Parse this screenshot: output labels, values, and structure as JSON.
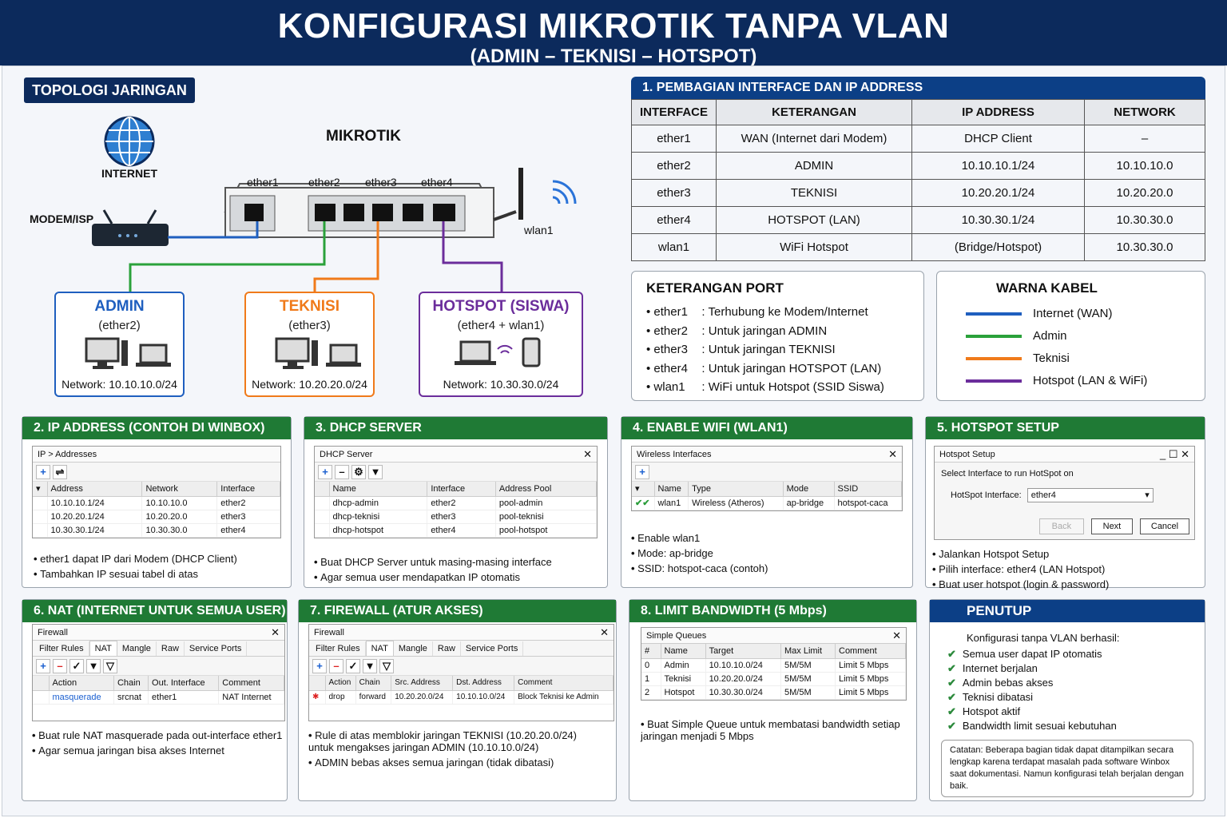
{
  "header": {
    "title": "KONFIGURASI MIKROTIK TANPA VLAN",
    "subtitle": "(ADMIN – TEKNISI – HOTSPOT)"
  },
  "topology": {
    "label": "TOPOLOGI JARINGAN",
    "internet": "INTERNET",
    "modem": "MODEM/ISP",
    "mikrotik": "MIKROTIK",
    "wlan1": "wlan1",
    "ports": [
      "ether1",
      "ether2",
      "ether3",
      "ether4"
    ],
    "admin": {
      "name": "ADMIN",
      "iface": "(ether2)",
      "net": "Network: 10.10.10.0/24"
    },
    "teknisi": {
      "name": "TEKNISI",
      "iface": "(ether3)",
      "net": "Network: 10.20.20.0/24"
    },
    "hotspot": {
      "name": "HOTSPOT (SISWA)",
      "iface": "(ether4 + wlan1)",
      "net": "Network: 10.30.30.0/24"
    }
  },
  "colors": {
    "wan": "#1f5fbf",
    "admin": "#2aa13a",
    "teknisi": "#f07a1a",
    "hotspot": "#6b2d9b"
  },
  "sec1": {
    "title": "1. PEMBAGIAN INTERFACE DAN IP ADDRESS",
    "headers": [
      "INTERFACE",
      "KETERANGAN",
      "IP ADDRESS",
      "NETWORK"
    ],
    "rows": [
      [
        "ether1",
        "WAN (Internet dari Modem)",
        "DHCP Client",
        "–"
      ],
      [
        "ether2",
        "ADMIN",
        "10.10.10.1/24",
        "10.10.10.0"
      ],
      [
        "ether3",
        "TEKNISI",
        "10.20.20.1/24",
        "10.20.20.0"
      ],
      [
        "ether4",
        "HOTSPOT (LAN)",
        "10.30.30.1/24",
        "10.30.30.0"
      ],
      [
        "wlan1",
        "WiFi Hotspot",
        "(Bridge/Hotspot)",
        "10.30.30.0"
      ]
    ]
  },
  "ports": {
    "title": "KETERANGAN PORT",
    "items": [
      [
        "ether1",
        ": Terhubung ke Modem/Internet"
      ],
      [
        "ether2",
        ": Untuk jaringan ADMIN"
      ],
      [
        "ether3",
        ": Untuk jaringan TEKNISI"
      ],
      [
        "ether4",
        ": Untuk jaringan HOTSPOT (LAN)"
      ],
      [
        "wlan1",
        ": WiFi untuk Hotspot (SSID Siswa)"
      ]
    ]
  },
  "cables": {
    "title": "WARNA KABEL",
    "items": [
      "Internet (WAN)",
      "Admin",
      "Teknisi",
      "Hotspot (LAN & WiFi)"
    ]
  },
  "sec2": {
    "title": "2. IP ADDRESS (CONTOH DI WINBOX)",
    "win": "IP > Addresses",
    "headers": [
      "Address",
      "Network",
      "Interface"
    ],
    "rows": [
      [
        "10.10.10.1/24",
        "10.10.10.0",
        "ether2"
      ],
      [
        "10.20.20.1/24",
        "10.20.20.0",
        "ether3"
      ],
      [
        "10.30.30.1/24",
        "10.30.30.0",
        "ether4"
      ]
    ],
    "notes": [
      "ether1 dapat IP dari Modem (DHCP Client)",
      "Tambahkan IP sesuai tabel di atas"
    ]
  },
  "sec3": {
    "title": "3. DHCP SERVER",
    "win": "DHCP Server",
    "headers": [
      "Name",
      "Interface",
      "Address Pool"
    ],
    "rows": [
      [
        "dhcp-admin",
        "ether2",
        "pool-admin"
      ],
      [
        "dhcp-teknisi",
        "ether3",
        "pool-teknisi"
      ],
      [
        "dhcp-hotspot",
        "ether4",
        "pool-hotspot"
      ]
    ],
    "notes": [
      "Buat DHCP Server untuk masing-masing interface",
      "Agar semua user mendapatkan IP otomatis"
    ]
  },
  "sec4": {
    "title": "4. ENABLE WIFI (WLAN1)",
    "win": "Wireless Interfaces",
    "headers": [
      "Name",
      "Type",
      "Mode",
      "SSID"
    ],
    "row": [
      "wlan1",
      "Wireless (Atheros)",
      "ap-bridge",
      "hotspot-caca"
    ],
    "notes": [
      "Enable wlan1",
      "Mode: ap-bridge",
      "SSID: hotspot-caca (contoh)"
    ]
  },
  "sec5": {
    "title": "5. HOTSPOT SETUP",
    "win": "Hotspot Setup",
    "prompt": "Select Interface to run HotSpot on",
    "field": "HotSpot Interface:",
    "value": "ether4",
    "back": "Back",
    "next": "Next",
    "cancel": "Cancel",
    "notes": [
      "Jalankan Hotspot Setup",
      "Pilih interface: ether4 (LAN Hotspot)",
      "Buat user hotspot (login & password)"
    ]
  },
  "sec6": {
    "title": "6. NAT (INTERNET UNTUK SEMUA USER)",
    "win": "Firewall",
    "tabs": [
      "Filter Rules",
      "NAT",
      "Mangle",
      "Raw",
      "Service Ports"
    ],
    "headers": [
      "Action",
      "Chain",
      "Out. Interface",
      "Comment"
    ],
    "row": [
      "masquerade",
      "srcnat",
      "ether1",
      "NAT Internet"
    ],
    "notes": [
      "Buat rule NAT masquerade pada out-interface ether1",
      "Agar semua jaringan bisa akses Internet"
    ]
  },
  "sec7": {
    "title": "7. FIREWALL (ATUR AKSES)",
    "win": "Firewall",
    "tabs": [
      "Filter Rules",
      "NAT",
      "Mangle",
      "Raw",
      "Service Ports"
    ],
    "headers": [
      "Action",
      "Chain",
      "Src. Address",
      "Dst. Address",
      "Comment"
    ],
    "row": [
      "drop",
      "forward",
      "10.20.20.0/24",
      "10.10.10.0/24",
      "Block Teknisi ke Admin"
    ],
    "notes": [
      "Rule di atas memblokir jaringan TEKNISI (10.20.20.0/24) untuk mengakses jaringan ADMIN (10.10.10.0/24)",
      "ADMIN bebas akses semua jaringan (tidak dibatasi)"
    ]
  },
  "sec8": {
    "title": "8. LIMIT BANDWIDTH (5 Mbps)",
    "win": "Simple Queues",
    "headers": [
      "#",
      "Name",
      "Target",
      "Max Limit",
      "Comment"
    ],
    "rows": [
      [
        "0",
        "Admin",
        "10.10.10.0/24",
        "5M/5M",
        "Limit 5 Mbps"
      ],
      [
        "1",
        "Teknisi",
        "10.20.20.0/24",
        "5M/5M",
        "Limit 5 Mbps"
      ],
      [
        "2",
        "Hotspot",
        "10.30.30.0/24",
        "5M/5M",
        "Limit 5 Mbps"
      ]
    ],
    "notes": [
      "Buat Simple Queue untuk membatasi bandwidth setiap jaringan menjadi 5 Mbps"
    ]
  },
  "penutup": {
    "title": "PENUTUP",
    "intro": "Konfigurasi tanpa VLAN berhasil:",
    "items": [
      "Semua user dapat IP otomatis",
      "Internet berjalan",
      "Admin bebas akses",
      "Teknisi dibatasi",
      "Hotspot aktif",
      "Bandwidth limit sesuai kebutuhan"
    ],
    "note": "Catatan: Beberapa bagian tidak dapat ditampilkan secara lengkap karena terdapat masalah pada software Winbox saat dokumentasi. Namun konfigurasi telah berjalan dengan baik."
  }
}
